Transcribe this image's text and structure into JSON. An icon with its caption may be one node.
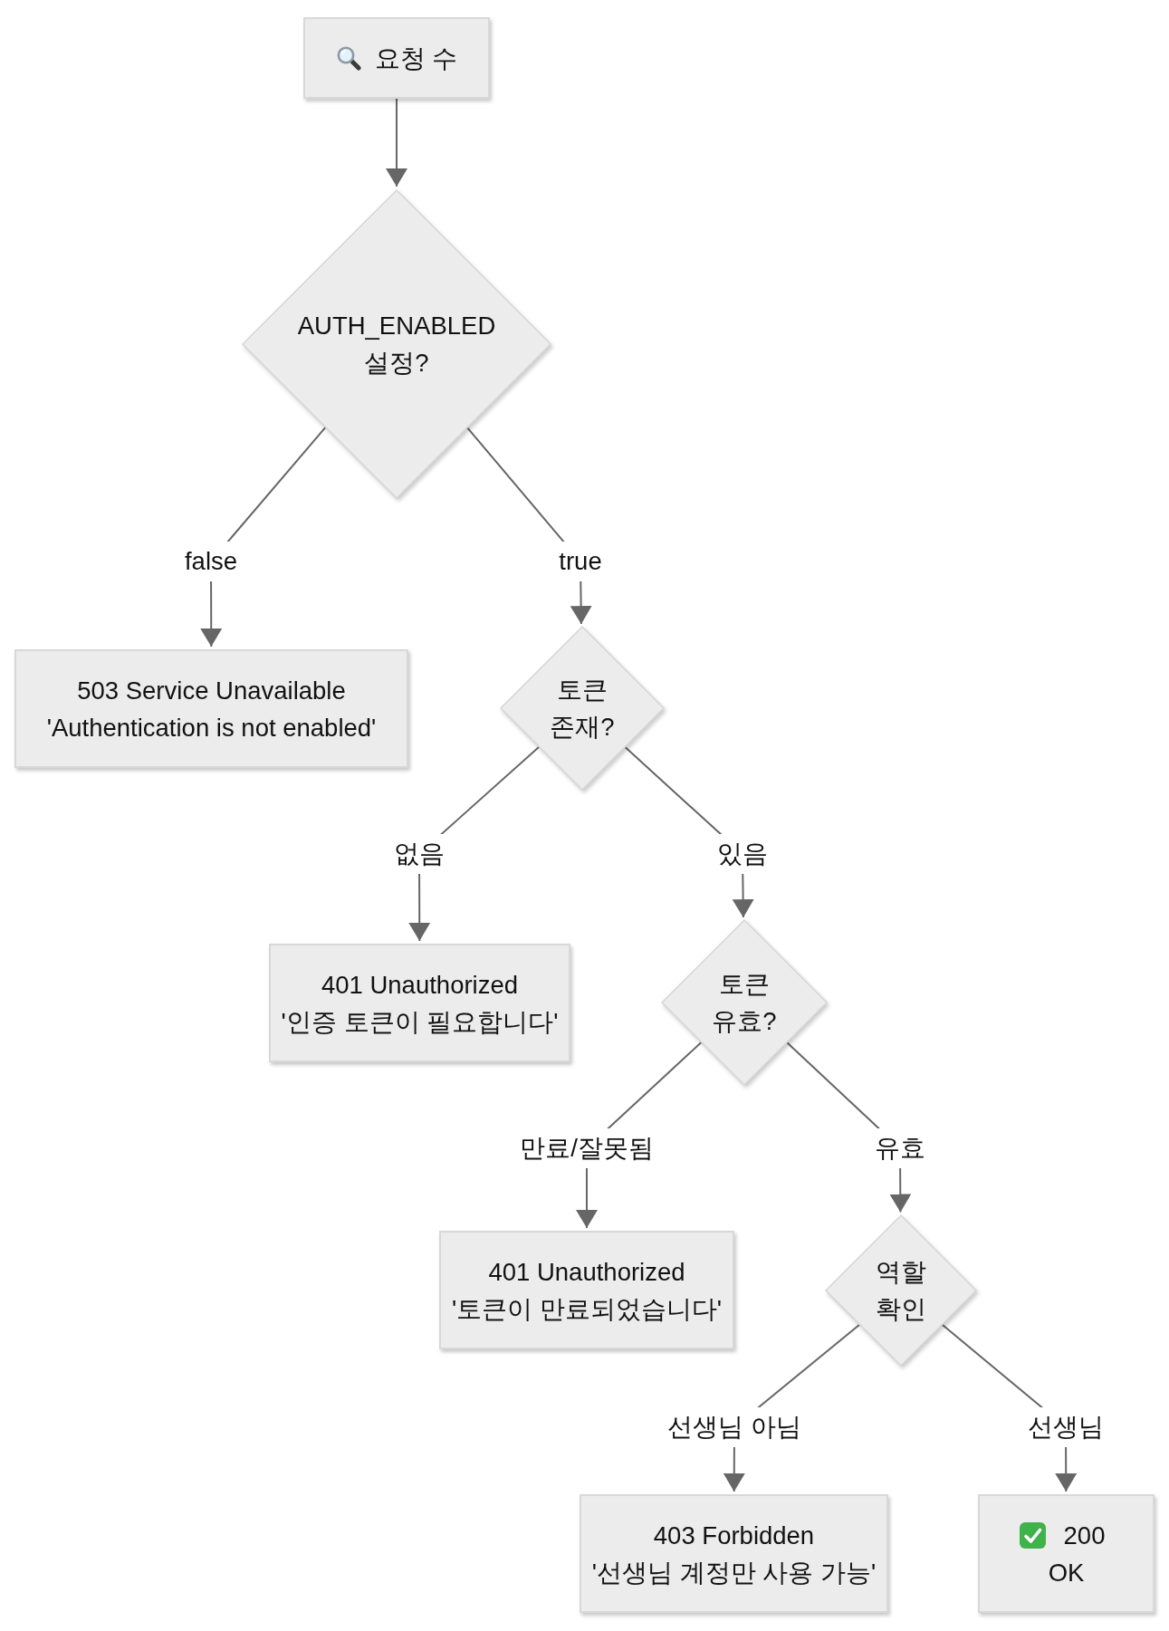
{
  "diagram": {
    "nodes": [
      {
        "text": [
          "요청 수"
        ]
      },
      {
        "text": [
          "AUTH_ENABLED 설정?"
        ]
      },
      {
        "text": [
          "503 Service Unavailable",
          "'Authentication is not enabled'"
        ]
      },
      {
        "text": [
          "토큰 존재?"
        ]
      },
      {
        "text": [
          "401 Unauthorized",
          "'인증 토큰이 필요합니다'"
        ]
      },
      {
        "text": [
          "토큰 유효?"
        ]
      },
      {
        "text": [
          "401 Unauthorized",
          "'토큰이 만료되었습니다'"
        ]
      },
      {
        "text": [
          "역할 확인"
        ]
      },
      {
        "text": [
          "403 Forbidden",
          "'선생님 계정만 사용 가능'"
        ]
      },
      {
        "text": [
          "200 OK"
        ]
      }
    ],
    "edges": [
      {
        "from": 0,
        "to": 1,
        "arrow": "to"
      },
      {
        "from": 1,
        "to": 2,
        "arrow": "to",
        "label": "false"
      },
      {
        "from": 1,
        "to": 3,
        "arrow": "to",
        "label": "true"
      },
      {
        "from": 3,
        "to": 4,
        "arrow": "to",
        "label": "없음"
      },
      {
        "from": 3,
        "to": 5,
        "arrow": "to",
        "label": "있음"
      },
      {
        "from": 5,
        "to": 6,
        "arrow": "to",
        "label": "만료/잘못됨"
      },
      {
        "from": 5,
        "to": 7,
        "arrow": "to",
        "label": "유효"
      },
      {
        "from": 7,
        "to": 8,
        "arrow": "to",
        "label": "선생님 아님"
      },
      {
        "from": 7,
        "to": 9,
        "arrow": "to",
        "label": "선생님"
      }
    ]
  }
}
